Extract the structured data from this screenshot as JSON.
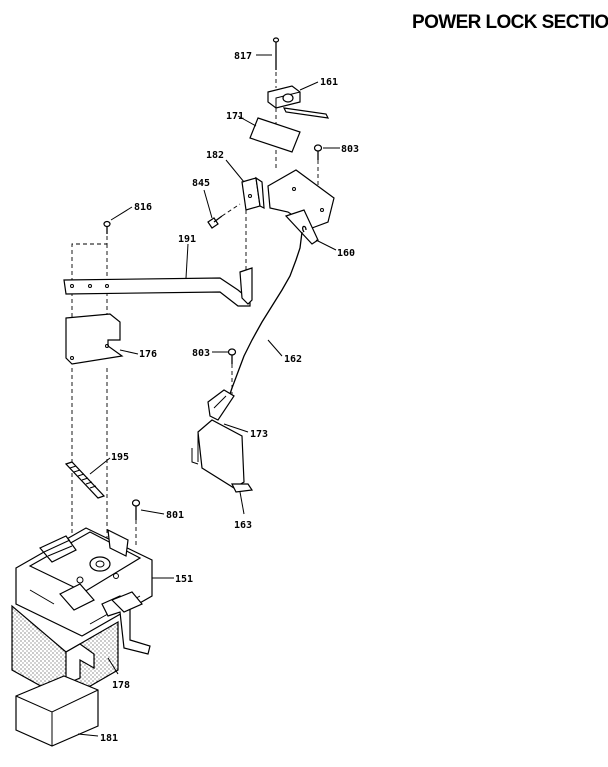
{
  "title": "POWER LOCK SECTION",
  "callouts": {
    "c817": "817",
    "c161": "161",
    "c171": "171",
    "c803a": "803",
    "c182": "182",
    "c845": "845",
    "c816": "816",
    "c160": "160",
    "c191": "191",
    "c176": "176",
    "c803b": "803",
    "c162": "162",
    "c173": "173",
    "c195": "195",
    "c801": "801",
    "c163": "163",
    "c151": "151",
    "c178": "178",
    "c181": "181"
  }
}
